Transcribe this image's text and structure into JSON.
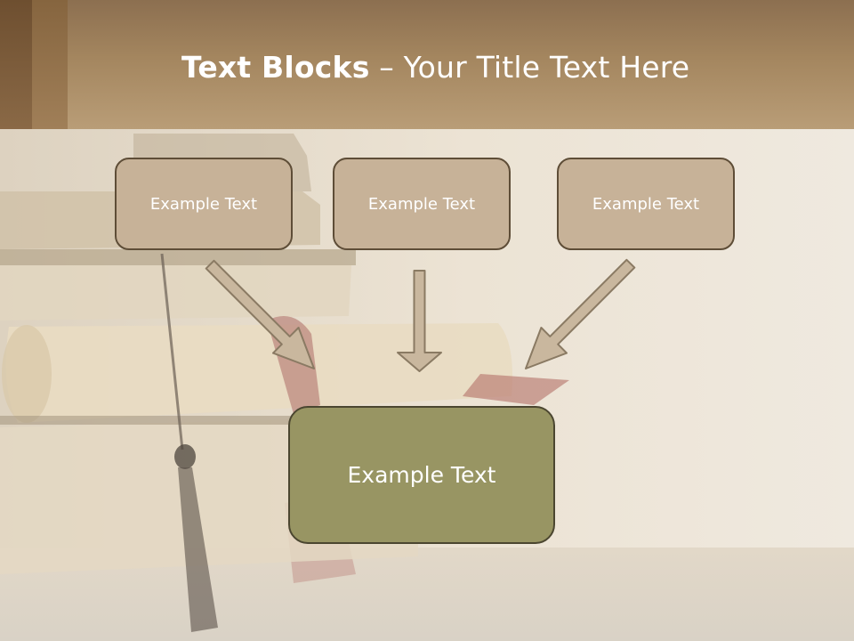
{
  "slide": {
    "title_bold": "Text Blocks",
    "title_dash": " – ",
    "title_rest": "Your Title Text Here"
  },
  "diagram": {
    "top_blocks": [
      {
        "label": "Example Text"
      },
      {
        "label": "Example Text"
      },
      {
        "label": "Example Text"
      }
    ],
    "center_block": {
      "label": "Example Text"
    }
  },
  "colors": {
    "top_block_fill": "#c7b298",
    "top_block_border": "#5e4d37",
    "center_block_fill": "#989563",
    "center_block_border": "#4b4630",
    "arrow_fill": "#c9b79e",
    "arrow_stroke": "#8a7a63",
    "header": "#a4865f"
  }
}
